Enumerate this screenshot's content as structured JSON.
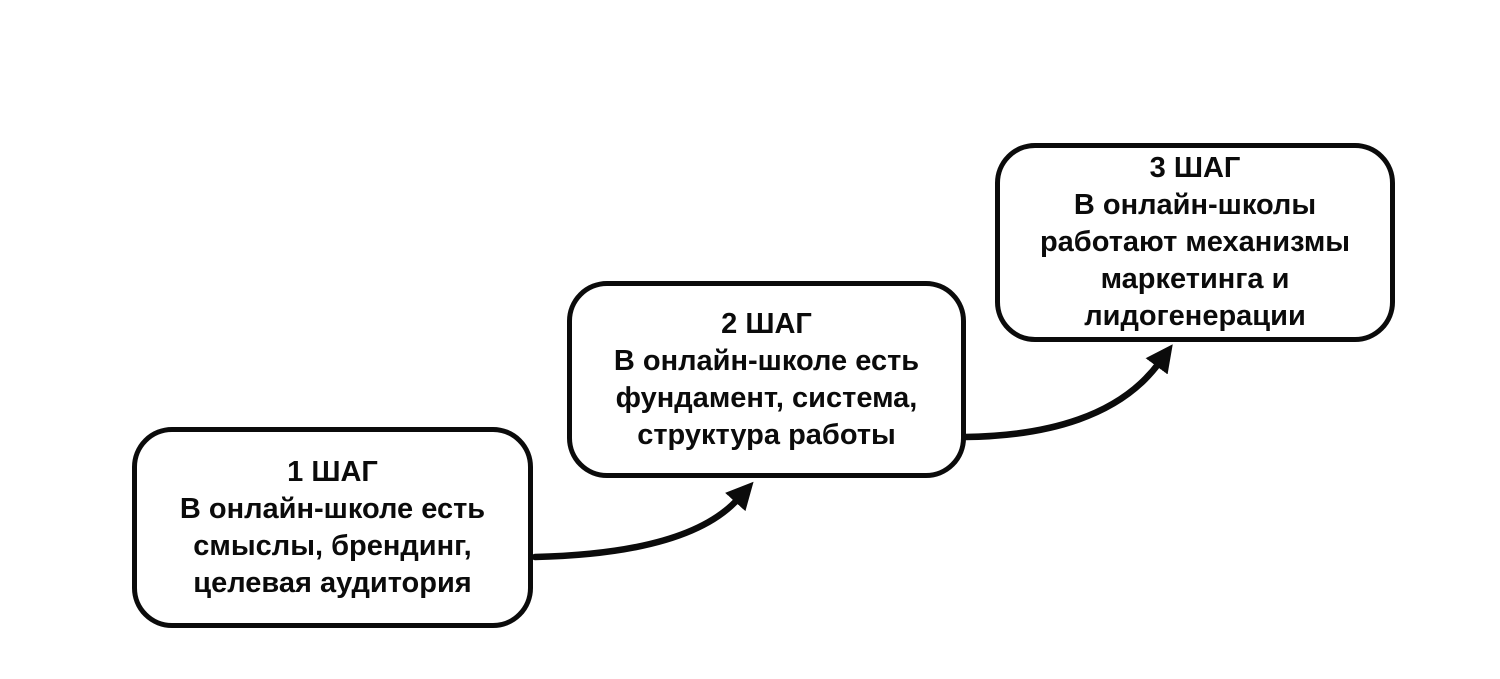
{
  "diagram": {
    "background_color": "#ffffff",
    "box_fill_color": "#ffffff",
    "stroke_color": "#0b0b0b",
    "text_color": "#0b0b0b",
    "steps": [
      {
        "id": "step-1",
        "title": "1 ШАГ",
        "lines": [
          "В онлайн-школе есть",
          "смыслы, брендинг,",
          "целевая аудитория"
        ]
      },
      {
        "id": "step-2",
        "title": "2 ШАГ",
        "lines": [
          "В онлайн-школе есть",
          "фундамент, система,",
          "структура работы"
        ]
      },
      {
        "id": "step-3",
        "title": "3 ШАГ",
        "lines": [
          "В онлайн-школы",
          "работают механизмы",
          "маркетинга и",
          "лидогенерации"
        ]
      }
    ],
    "arrows": [
      {
        "from": "step-1",
        "to": "step-2"
      },
      {
        "from": "step-2",
        "to": "step-3"
      }
    ]
  }
}
